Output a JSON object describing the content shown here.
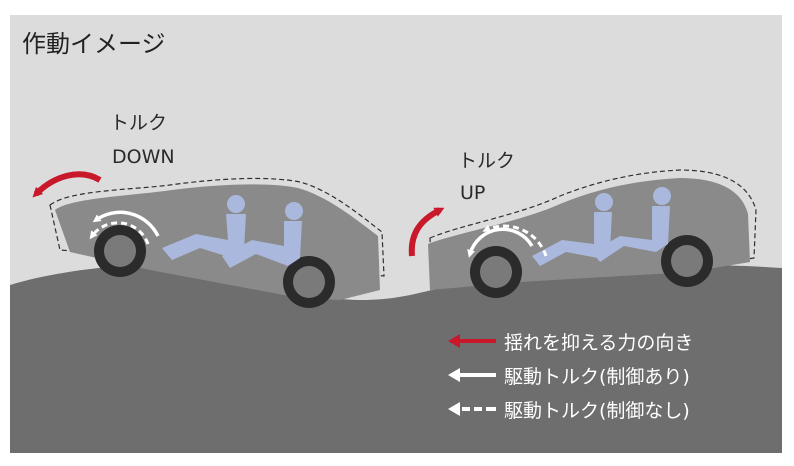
{
  "title": "作動イメージ",
  "labels": {
    "torque_down_line1": "トルク",
    "torque_down_line2": "DOWN",
    "torque_up_line1": "トルク",
    "torque_up_line2": "UP"
  },
  "legend": [
    {
      "text": "揺れを抑える力の向き",
      "style": "red-solid"
    },
    {
      "text": "駆動トルク(制御あり)",
      "style": "white-solid"
    },
    {
      "text": "駆動トルク(制御なし)",
      "style": "white-dashed"
    }
  ],
  "colors": {
    "sky": "#dcdcdc",
    "ground": "#6e6e6e",
    "car": "#8a8a8a",
    "passenger": "#a9b8dc",
    "accent_red": "#c8182a",
    "legend_text": "#ffffff"
  }
}
